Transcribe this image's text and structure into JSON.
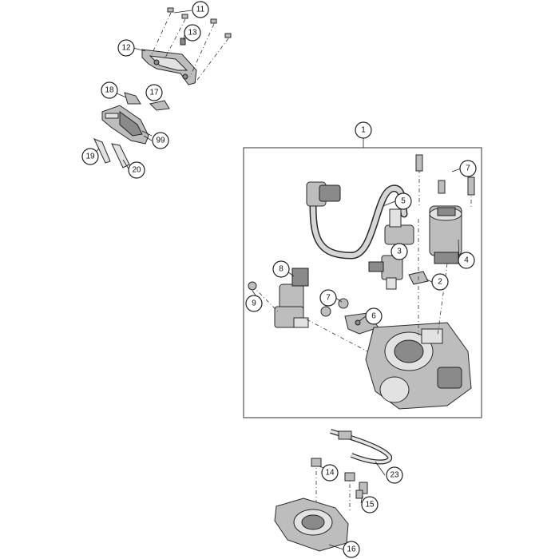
{
  "callouts": [
    {
      "id": "c1",
      "label": "1"
    },
    {
      "id": "c2",
      "label": "2"
    },
    {
      "id": "c3",
      "label": "3"
    },
    {
      "id": "c4",
      "label": "4"
    },
    {
      "id": "c5",
      "label": "5"
    },
    {
      "id": "c6",
      "label": "6"
    },
    {
      "id": "c7a",
      "label": "7"
    },
    {
      "id": "c7b",
      "label": "7"
    },
    {
      "id": "c8",
      "label": "8"
    },
    {
      "id": "c9",
      "label": "9"
    },
    {
      "id": "c11",
      "label": "11"
    },
    {
      "id": "c12",
      "label": "12"
    },
    {
      "id": "c13",
      "label": "13"
    },
    {
      "id": "c14",
      "label": "14"
    },
    {
      "id": "c15",
      "label": "15"
    },
    {
      "id": "c16",
      "label": "16"
    },
    {
      "id": "c17",
      "label": "17"
    },
    {
      "id": "c18",
      "label": "18"
    },
    {
      "id": "c19",
      "label": "19"
    },
    {
      "id": "c20",
      "label": "20"
    },
    {
      "id": "c23",
      "label": "23"
    },
    {
      "id": "c99",
      "label": "99"
    }
  ],
  "colors": {
    "line": "#222222",
    "part_fill": "#bdbdbd",
    "part_dark": "#8a8a8a",
    "background": "#ffffff"
  }
}
